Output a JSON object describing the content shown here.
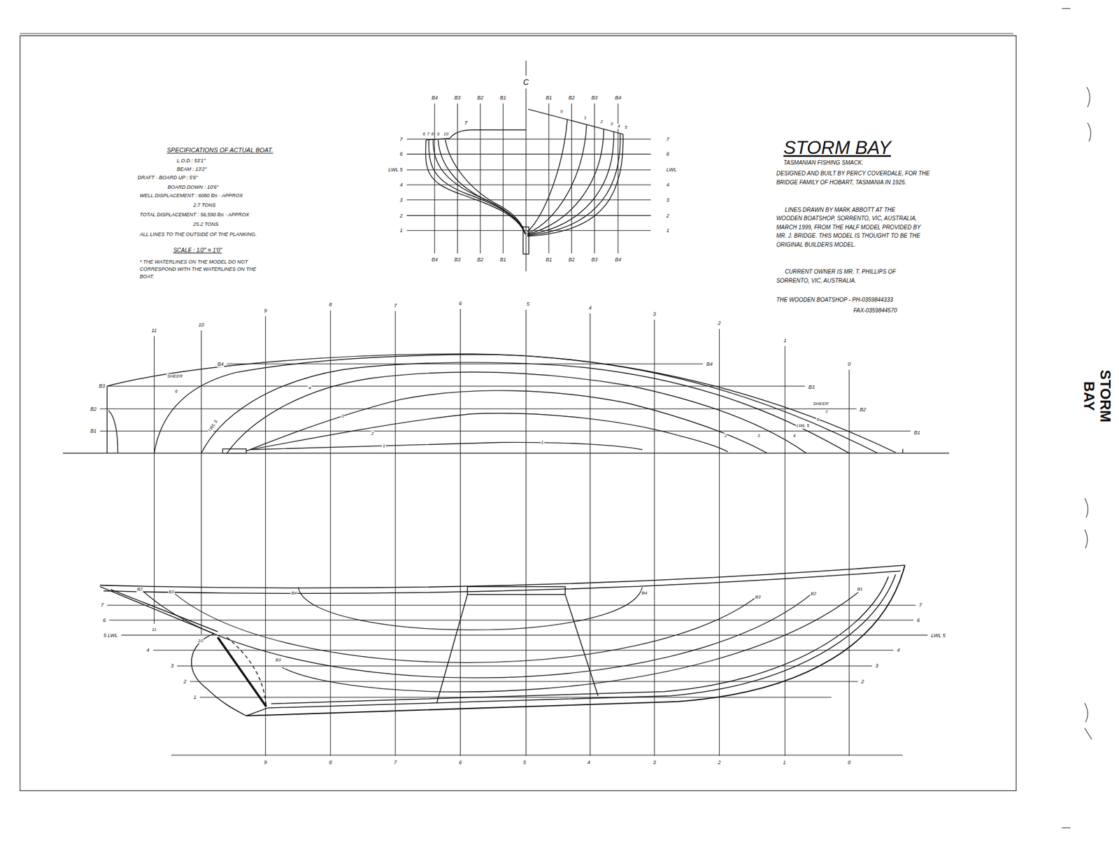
{
  "diagram": {
    "title": "STORM BAY",
    "labels": [
      "SPECIFICATIONS OF ACTUAL BOAT.",
      "L.O.D : 53'1\"",
      "BEAM : 13'2\"",
      "DRAFT - BOARD UP : 5'6\"",
      "BOARD DOWN : 10'6\"",
      "WELL DISPLACEMENT : 6080 lbs - APPROX",
      "2.7 TONS",
      "TOTAL DISPLACEMENT : 56,590 lbs - APPROX",
      "25.2 TONS",
      "ALL LINES TO THE OUTSIDE OF THE PLANKING.",
      "SCALE : 1/2\" = 1'0\"",
      "* THE WATERLINES ON THE MODEL DO NOT CORRESPOND WITH THE WATERLINES ON THE BOAT.",
      "TASMANIAN FISHING SMACK.",
      "DESIGNED AND BUILT BY PERCY COVERDALE, FOR THE BRIDGE FAMILY OF HOBART, TASMANIA IN 1925.",
      "LINES DRAWN BY MARK ABBOTT AT THE WOODEN BOATSHOP, SORRENTO, VIC, AUSTRALIA, MARCH 1999, FROM THE HALF MODEL PROVIDED BY MR. J. BRIDGE. THIS MODEL IS THOUGHT TO BE THE ORIGINAL BUILDERS MODEL.",
      "CURRENT OWNER IS MR. T. PHILLIPS OF SORRENTO, VIC, AUSTRALIA.",
      "THE WOODEN BOATSHOP - PH-0359844333",
      "FAX-0359844570",
      "STORM BAY",
      "C",
      "B4",
      "B3",
      "B2",
      "B1",
      "B1",
      "B2",
      "B3",
      "B4",
      "B4",
      "B3",
      "B2",
      "B1",
      "B1",
      "B2",
      "B3",
      "B4",
      "7",
      "6",
      "LWL 5",
      "4",
      "3",
      "2",
      "1",
      "7",
      "6",
      "LWL",
      "4",
      "3",
      "2",
      "1",
      "6",
      "7",
      "8",
      "9",
      "10",
      "T",
      "0",
      "1",
      "2",
      "3",
      "4",
      "5",
      "11",
      "10",
      "9",
      "8",
      "7",
      "6",
      "5",
      "4",
      "3",
      "2",
      "1",
      "0",
      "B4",
      "B4",
      "B3",
      "B3",
      "B2",
      "B2",
      "B1",
      "B1",
      "SHEER",
      "6",
      "LWL 5",
      "4",
      "3",
      "2",
      "1",
      "1",
      "SHEER",
      "7",
      "6",
      "LWL 5",
      "4",
      "3",
      "2",
      "7",
      "6",
      "5 LWL",
      "4",
      "3",
      "2",
      "1",
      "7",
      "6",
      "LWL 5",
      "4",
      "3",
      "2",
      "B2",
      "B3",
      "11",
      "10",
      "B1",
      "B4",
      "B4",
      "B3",
      "B2",
      "B1",
      "9",
      "8",
      "7",
      "6",
      "5",
      "4",
      "3",
      "2",
      "1",
      "0"
    ]
  }
}
